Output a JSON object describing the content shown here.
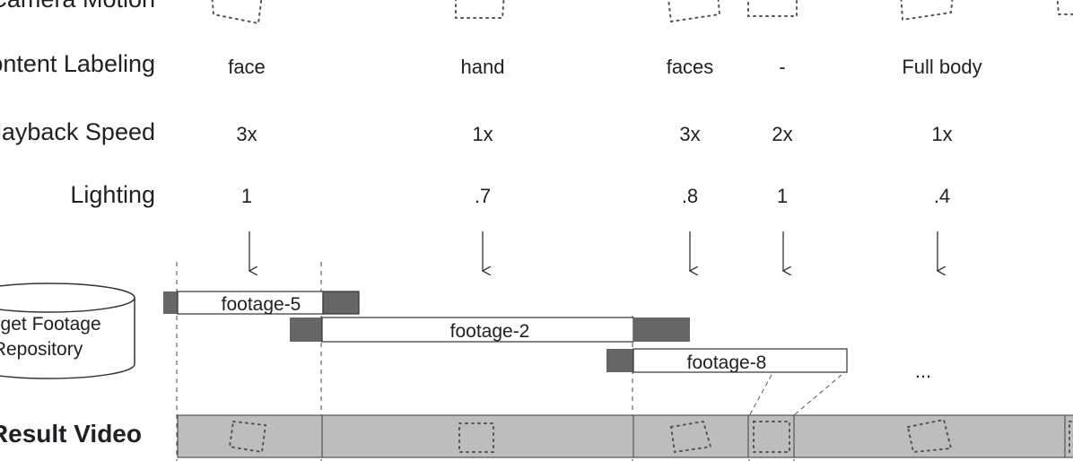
{
  "rows": {
    "camera_motion": "Camera Motion",
    "content_labeling": "Content Labeling",
    "playback_speed": "Playback Speed",
    "lighting": "Lighting"
  },
  "columns": [
    {
      "content": "face",
      "speed": "3x",
      "lighting": "1"
    },
    {
      "content": "hand",
      "speed": "1x",
      "lighting": ".7"
    },
    {
      "content": "faces",
      "speed": "3x",
      "lighting": ".8"
    },
    {
      "content": "-",
      "speed": "2x",
      "lighting": "1"
    },
    {
      "content": "Full body",
      "speed": "1x",
      "lighting": ".4"
    }
  ],
  "repository": {
    "line1": "Target Footage",
    "line2": "Repository"
  },
  "footage": [
    {
      "label": "footage-5"
    },
    {
      "label": "footage-2"
    },
    {
      "label": "footage-8"
    }
  ],
  "more": "...",
  "result": {
    "label": "Result Video"
  },
  "colors": {
    "dark_block": "#666666",
    "result_bar": "#bdbdbd",
    "stroke": "#202124",
    "dotted": "#555555"
  }
}
